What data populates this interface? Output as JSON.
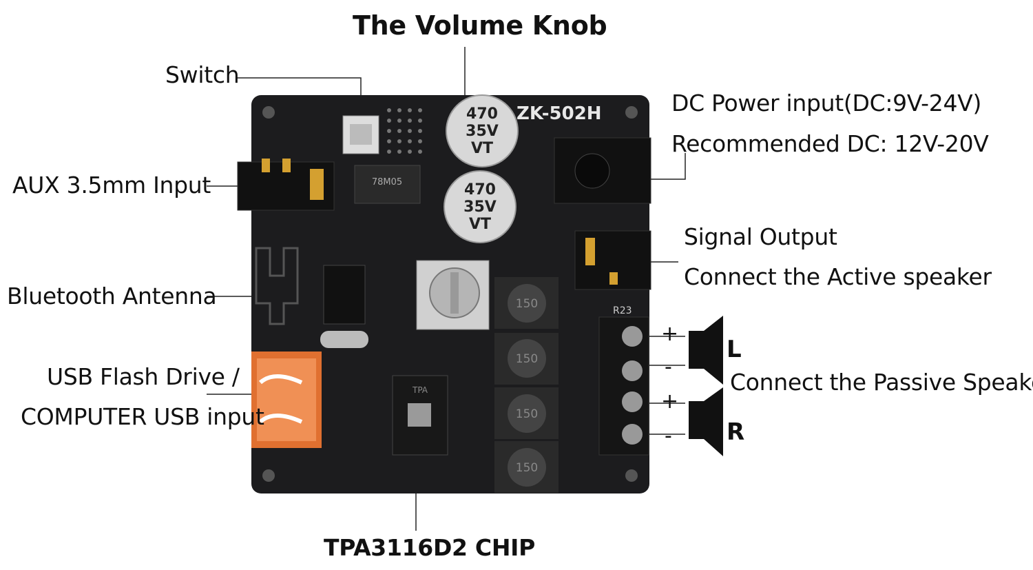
{
  "labels": {
    "volume_knob": "The Volume Knob",
    "switch": "Switch",
    "aux_input": "AUX 3.5mm Input",
    "bluetooth_antenna": "Bluetooth Antenna",
    "usb_line1": "USB Flash Drive /",
    "usb_line2": "COMPUTER USB input",
    "chip": "TPA3116D2 CHIP",
    "dc_power": "DC Power input(DC:9V-24V)",
    "recommended_dc": "Recommended DC: 12V-20V",
    "signal_output": "Signal Output",
    "active_speaker": "Connect the Active speaker",
    "passive_speaker": "Connect the Passive Speaker",
    "left_channel": "L",
    "right_channel": "R",
    "plus": "+",
    "minus": "-"
  },
  "board": {
    "model": "ZK-502H",
    "cap_top": [
      "470",
      "35V",
      "VT"
    ],
    "cap_bottom": [
      "470",
      "35V",
      "VT"
    ],
    "inductor_marking": "150",
    "regulator": "78M05",
    "chip_marking": "TPA",
    "terminal_marker": "R23"
  },
  "colors": {
    "pcb": "#1c1c1e",
    "usb_port": "#e07030",
    "gold": "#d4a030",
    "silkscreen": "#e8e8e8"
  }
}
